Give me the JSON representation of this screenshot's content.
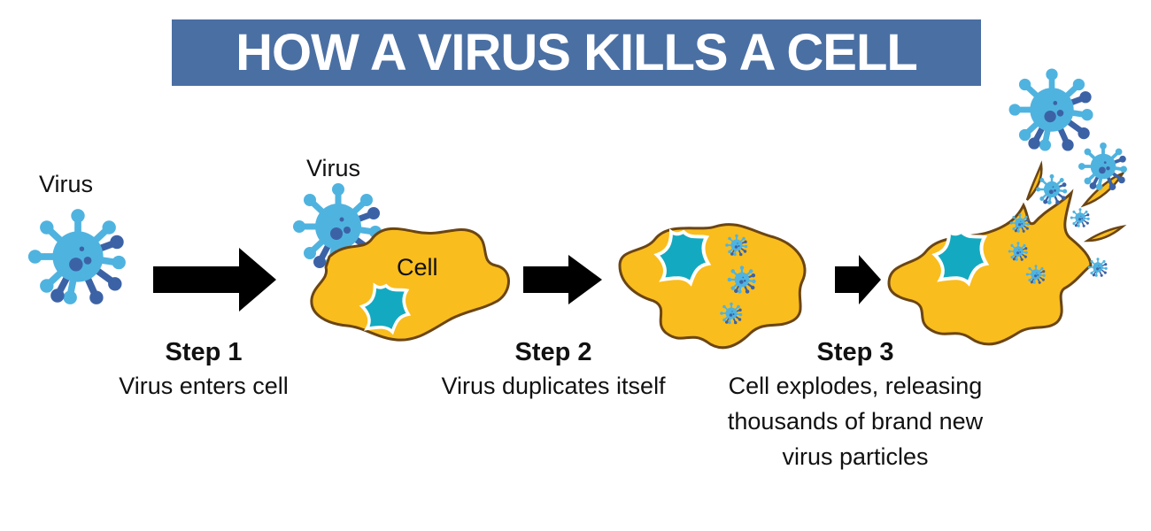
{
  "title": "HOW A VIRUS KILLS A CELL",
  "labels": {
    "virus_1": "Virus",
    "virus_2": "Virus",
    "cell": "Cell"
  },
  "steps": [
    {
      "title": "Step 1",
      "description": "Virus enters cell"
    },
    {
      "title": "Step 2",
      "description": "Virus duplicates itself"
    },
    {
      "title": "Step 3",
      "description": "Cell explodes, releasing thousands of brand new virus particles"
    }
  ],
  "colors": {
    "banner": "#4a6fa3",
    "virus_light": "#4fb3e0",
    "virus_dark": "#3c62a6",
    "cell_fill": "#f9bd1e",
    "cell_outline": "#6b4513",
    "nucleus": "#13aac1"
  }
}
